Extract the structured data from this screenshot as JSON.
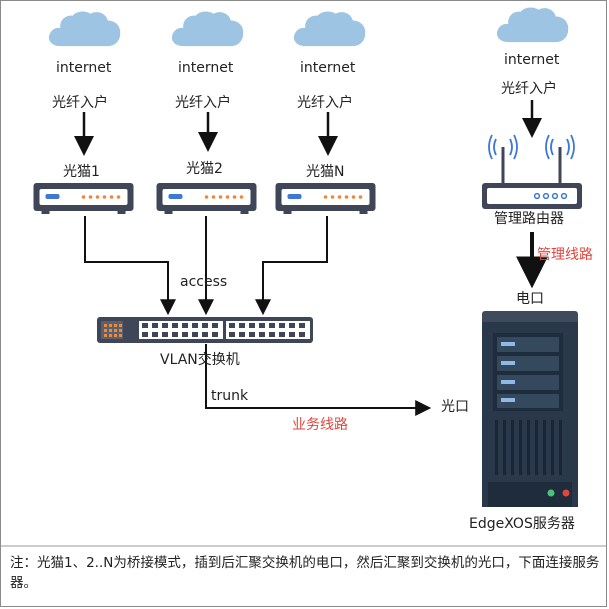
{
  "labels": {
    "internet": "internet",
    "fiber_in": "光纤入户",
    "modem_1": "光猫1",
    "modem_2": "光猫2",
    "modem_n": "光猫N",
    "router": "管理路由器",
    "mgmt_line": "管理线路",
    "access": "access",
    "electric_port": "电口",
    "switch": "VLAN交换机",
    "trunk": "trunk",
    "optical_port": "光口",
    "business_line": "业务线路",
    "server": "EdgeXOS服务器"
  },
  "note": "注：光猫1、2..N为桥接模式，插到后汇聚交换机的电口，然后汇聚到交换机的光口，下面连接服务器。",
  "colors": {
    "cloud": "#9ec4e3",
    "device_dark": "#3f4658",
    "server_dark": "#29384a",
    "port_blue": "#3d78d6",
    "port_orange": "#f0883a",
    "red_text": "#e0463c"
  },
  "icons": [
    "cloud-icon",
    "modem-icon",
    "router-icon",
    "switch-icon",
    "server-icon"
  ]
}
